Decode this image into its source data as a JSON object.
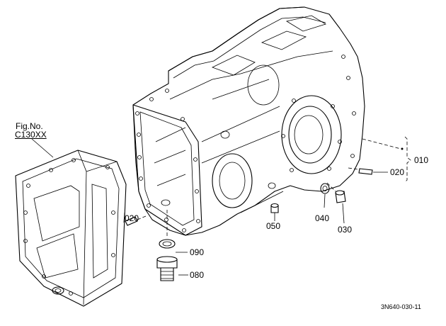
{
  "figure_ref": {
    "line1": "Fig.No.",
    "line2": "C130XX"
  },
  "callouts": {
    "c010": "010",
    "c020_right": "020",
    "c020_left": "020",
    "c030": "030",
    "c040": "040",
    "c050": "050",
    "c080": "080",
    "c090": "090"
  },
  "drawing_code": "3N640-030-11"
}
